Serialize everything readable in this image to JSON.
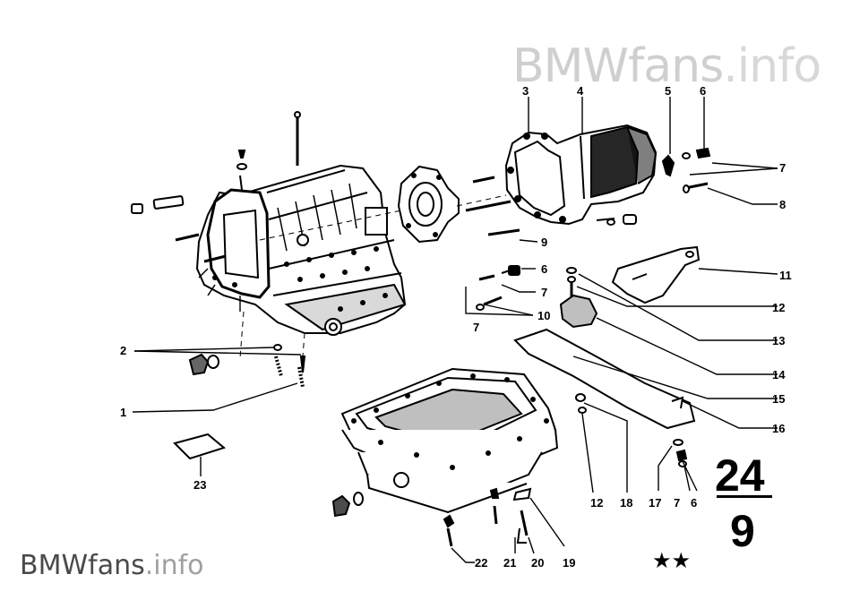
{
  "watermark_top": {
    "brand": "BMWfans",
    "suffix": ".info"
  },
  "watermark_bottom": {
    "brand": "BMWfans",
    "suffix": ".info"
  },
  "group_number": {
    "top": "24",
    "bottom": "9"
  },
  "stars": "★★",
  "callouts": [
    {
      "id": "c1",
      "label": "1"
    },
    {
      "id": "c2",
      "label": "2"
    },
    {
      "id": "c3",
      "label": "3"
    },
    {
      "id": "c4",
      "label": "4"
    },
    {
      "id": "c5",
      "label": "5"
    },
    {
      "id": "c6a",
      "label": "6"
    },
    {
      "id": "c7a",
      "label": "7"
    },
    {
      "id": "c8",
      "label": "8"
    },
    {
      "id": "c9",
      "label": "9"
    },
    {
      "id": "c6b",
      "label": "6"
    },
    {
      "id": "c7b",
      "label": "7"
    },
    {
      "id": "c10",
      "label": "10"
    },
    {
      "id": "c7c",
      "label": "7"
    },
    {
      "id": "c11",
      "label": "11"
    },
    {
      "id": "c12a",
      "label": "12"
    },
    {
      "id": "c13",
      "label": "13"
    },
    {
      "id": "c14",
      "label": "14"
    },
    {
      "id": "c15",
      "label": "15"
    },
    {
      "id": "c16",
      "label": "16"
    },
    {
      "id": "c12b",
      "label": "12"
    },
    {
      "id": "c18",
      "label": "18"
    },
    {
      "id": "c17",
      "label": "17"
    },
    {
      "id": "c7d",
      "label": "7"
    },
    {
      "id": "c6c",
      "label": "6"
    },
    {
      "id": "c19",
      "label": "19"
    },
    {
      "id": "c20",
      "label": "20"
    },
    {
      "id": "c21",
      "label": "21"
    },
    {
      "id": "c22",
      "label": "22"
    },
    {
      "id": "c23",
      "label": "23"
    }
  ]
}
